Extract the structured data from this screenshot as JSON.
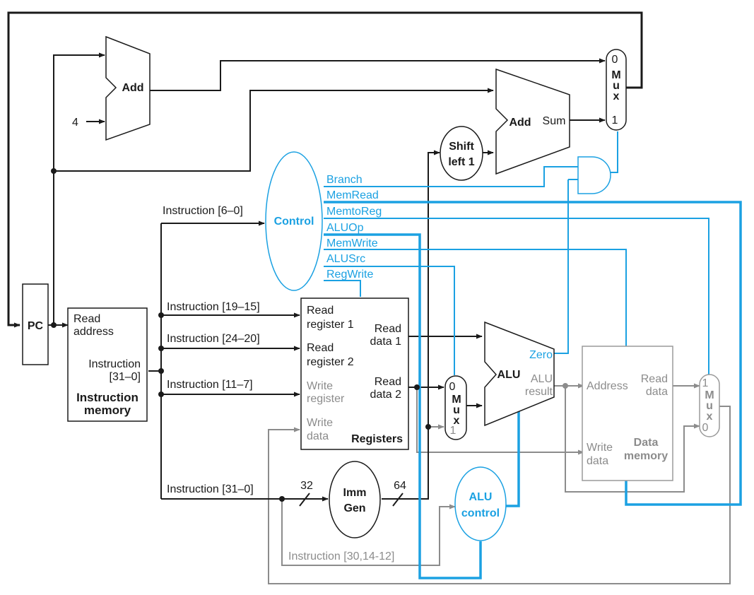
{
  "blocks": {
    "pc": "PC",
    "add_top": "Add",
    "add_branch": "Add",
    "add_branch_sum": "Sum",
    "const_four": "4",
    "shift_left": [
      "Shift",
      "left 1"
    ],
    "control": "Control",
    "alu": "ALU",
    "alu_zero": "Zero",
    "alu_result": [
      "ALU",
      "result"
    ],
    "alu_control": [
      "ALU",
      "control"
    ],
    "imm_gen": [
      "Imm",
      "Gen"
    ],
    "imm_in_width": "32",
    "imm_out_width": "64"
  },
  "instruction_memory": {
    "read_address": [
      "Read",
      "address"
    ],
    "instruction": [
      "Instruction",
      "[31–0]"
    ],
    "title": [
      "Instruction",
      "memory"
    ]
  },
  "registers": {
    "read_register_1": [
      "Read",
      "register 1"
    ],
    "read_register_2": [
      "Read",
      "register 2"
    ],
    "write_register": [
      "Write",
      "register"
    ],
    "write_data": [
      "Write",
      "data"
    ],
    "read_data_1": [
      "Read",
      "data 1"
    ],
    "read_data_2": [
      "Read",
      "data 2"
    ],
    "title": "Registers"
  },
  "data_memory": {
    "address": "Address",
    "read_data": [
      "Read",
      "data"
    ],
    "write_data": [
      "Write",
      "data"
    ],
    "title": [
      "Data",
      "memory"
    ]
  },
  "muxes": {
    "pc_mux": {
      "top": "0",
      "letters": [
        "M",
        "u",
        "x"
      ],
      "bottom": "1"
    },
    "alusrc_mux": {
      "top": "0",
      "letters": [
        "M",
        "u",
        "x"
      ],
      "bottom": "1"
    },
    "memtoreg_mux": {
      "top": "1",
      "letters": [
        "M",
        "u",
        "x"
      ],
      "bottom": "0"
    }
  },
  "instruction_fields": {
    "opcode": "Instruction [6–0]",
    "rs1": "Instruction [19–15]",
    "rs2": "Instruction [24–20]",
    "rd": "Instruction [11–7]",
    "imm": "Instruction [31–0]",
    "funct": "Instruction [30,14-12]"
  },
  "control_signals": [
    "Branch",
    "MemRead",
    "MemtoReg",
    "ALUOp",
    "MemWrite",
    "ALUSrc",
    "RegWrite"
  ],
  "colors": {
    "datapath": "#1a1a1a",
    "control": "#1ba1e2",
    "inactive": "#8c8c8c"
  }
}
